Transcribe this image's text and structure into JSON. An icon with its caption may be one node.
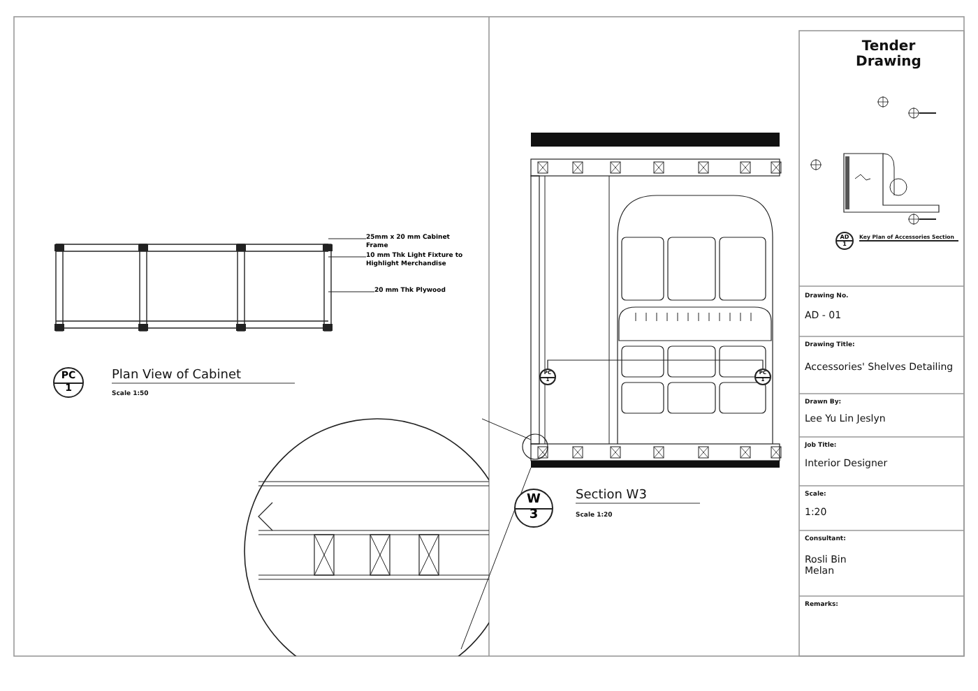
{
  "diagram": {
    "nodes": [
      {
        "text": [
          "PC",
          "1"
        ],
        "beside": [
          "Plan View of Cabinet",
          "Scale 1:50"
        ]
      },
      {
        "text": [
          "W",
          "3"
        ],
        "beside": [
          "Section W3",
          "Scale 1:20"
        ]
      },
      {
        "text": [
          "AD",
          "1"
        ],
        "beside": [
          "Key Plan of Accessories Section"
        ]
      },
      {
        "text": [
          "PC",
          "1"
        ]
      },
      {
        "text": [
          "PC",
          "1"
        ]
      },
      {
        "text": [
          "25mm x 20 mm Cabinet Frame"
        ]
      },
      {
        "text": [
          "10 mm Thk Light Fixture to Highlight Merchandise"
        ]
      },
      {
        "text": [
          "20 mm Thk Plywood"
        ]
      },
      {
        "text": [],
        "shape": "picture"
      }
    ],
    "edges": [
      {
        "from": 3,
        "to": 4,
        "arrow": "none"
      },
      {
        "from": 5,
        "to": 8,
        "arrow": "none"
      },
      {
        "from": 6,
        "to": 8,
        "arrow": "none"
      },
      {
        "from": 7,
        "to": 8,
        "arrow": "none"
      }
    ],
    "labels": [
      "Tender Drawing",
      "Drawing No.",
      "AD - 01",
      "Drawing Title:",
      "Accessories' Shelves Detailing",
      "Drawn By:",
      "Lee Yu Lin Jeslyn",
      "Job Title:",
      "Interior Designer",
      "Scale:",
      "1:20",
      "Consultant:",
      "Rosli Bin Melan",
      "Remarks:"
    ]
  }
}
